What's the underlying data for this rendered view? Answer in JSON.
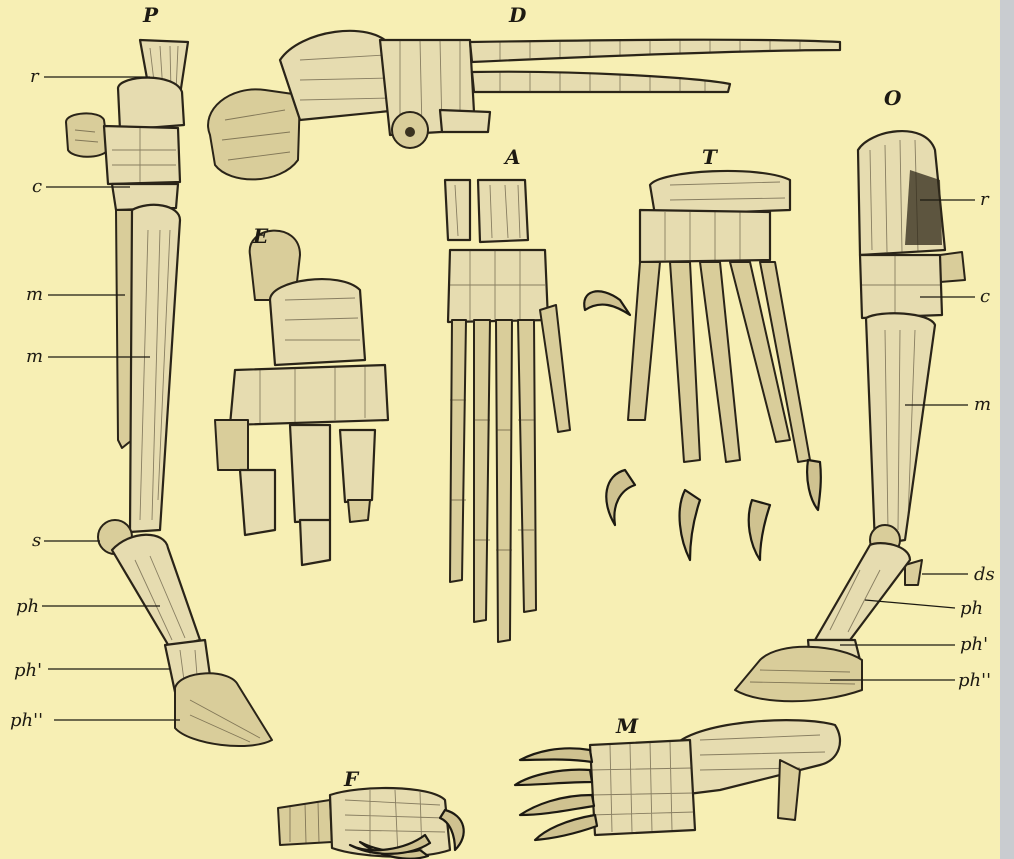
{
  "figure_letters": {
    "P": "P",
    "D": "D",
    "O": "O",
    "E": "E",
    "A": "A",
    "T": "T",
    "F": "F",
    "M": "M"
  },
  "left_labels": {
    "r": "r",
    "c": "c",
    "m1": "m",
    "m2": "m",
    "s": "s",
    "ph": "ph",
    "ph_prime": "ph'",
    "ph_double_prime": "ph''"
  },
  "right_labels": {
    "r": "r",
    "c": "c",
    "m": "m",
    "ds": "ds",
    "ph": "ph",
    "ph_prime": "ph'",
    "ph_double_prime": "ph''"
  },
  "colors": {
    "paper": "#f7efb4",
    "ink": "#1d1a12",
    "bone": "#e6dcb0"
  }
}
